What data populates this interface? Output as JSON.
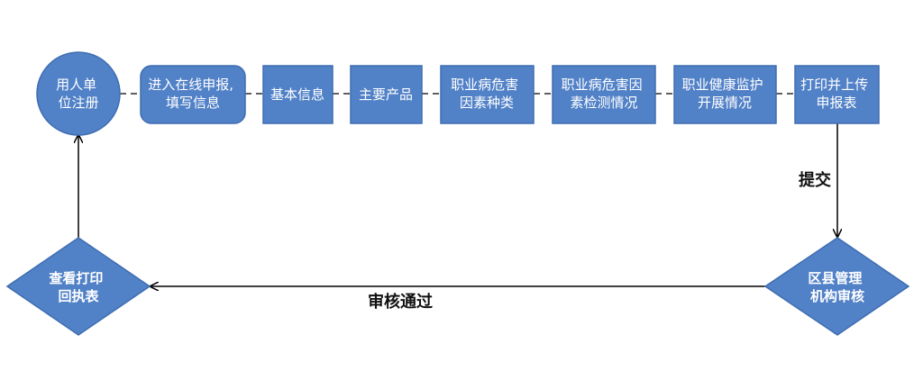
{
  "nodes": {
    "register": {
      "lines": [
        "用人单",
        "位注册"
      ]
    },
    "enter_online": {
      "lines": [
        "进入在线申报,",
        "填写信息"
      ]
    },
    "basic_info": {
      "lines": [
        "基本信息"
      ]
    },
    "main_products": {
      "lines": [
        "主要产品"
      ]
    },
    "hazard_types": {
      "lines": [
        "职业病危害",
        "因素种类"
      ]
    },
    "hazard_detection": {
      "lines": [
        "职业病危害因",
        "素检测情况"
      ]
    },
    "health_monitoring": {
      "lines": [
        "职业健康监护",
        "开展情况"
      ]
    },
    "print_upload": {
      "lines": [
        "打印并上传",
        "申报表"
      ]
    },
    "county_review": {
      "lines": [
        "区县管理",
        "机构审核"
      ]
    },
    "view_print_receipt": {
      "lines": [
        "查看打印",
        "回执表"
      ]
    }
  },
  "edges": {
    "submit_label": "提交",
    "approved_label": "审核通过"
  },
  "colors": {
    "node_fill": "#5181c7",
    "node_stroke": "#3f6db0",
    "node_text": "#ffffff",
    "line": "#000000"
  }
}
